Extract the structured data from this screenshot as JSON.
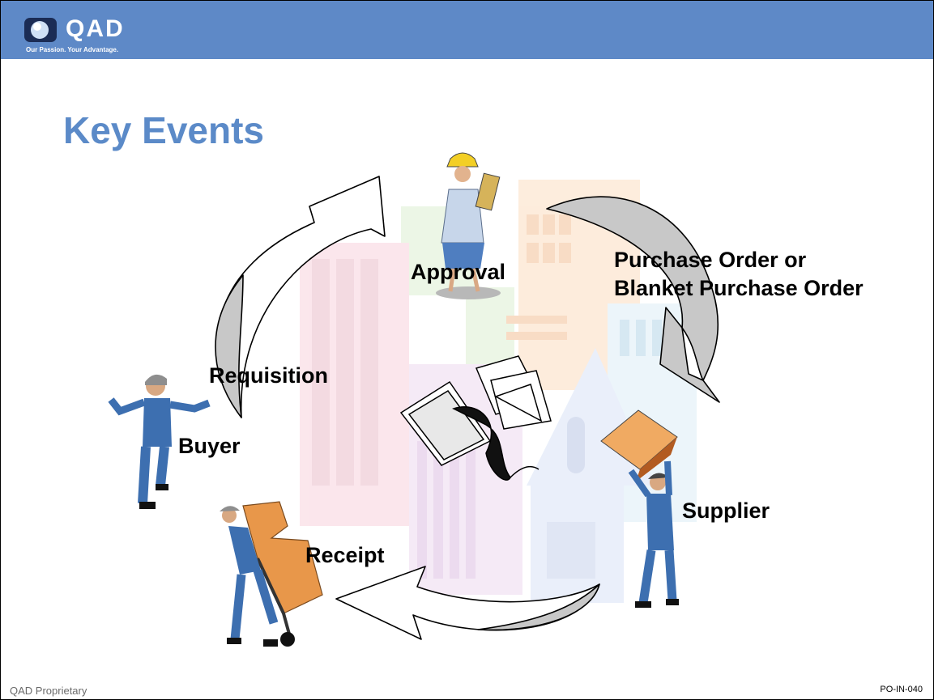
{
  "header": {
    "logo_text": "QAD",
    "tagline": "Our Passion. Your Advantage."
  },
  "slide": {
    "title": "Key Events"
  },
  "diagram": {
    "labels": {
      "approval": "Approval",
      "po_line1": "Purchase Order or",
      "po_line2": "Blanket Purchase Order",
      "requisition": "Requisition",
      "buyer": "Buyer",
      "supplier": "Supplier",
      "receipt": "Receipt"
    }
  },
  "footer": {
    "left": "QAD Proprietary",
    "right": "PO-IN-040"
  },
  "colors": {
    "header_bar": "#5e89c7",
    "title": "#5b8ac8",
    "arrow_fill_light": "#ffffff",
    "arrow_fill_dark": "#c8c8c8",
    "worker_blue": "#3d6fb0",
    "box_orange": "#e8974a"
  }
}
